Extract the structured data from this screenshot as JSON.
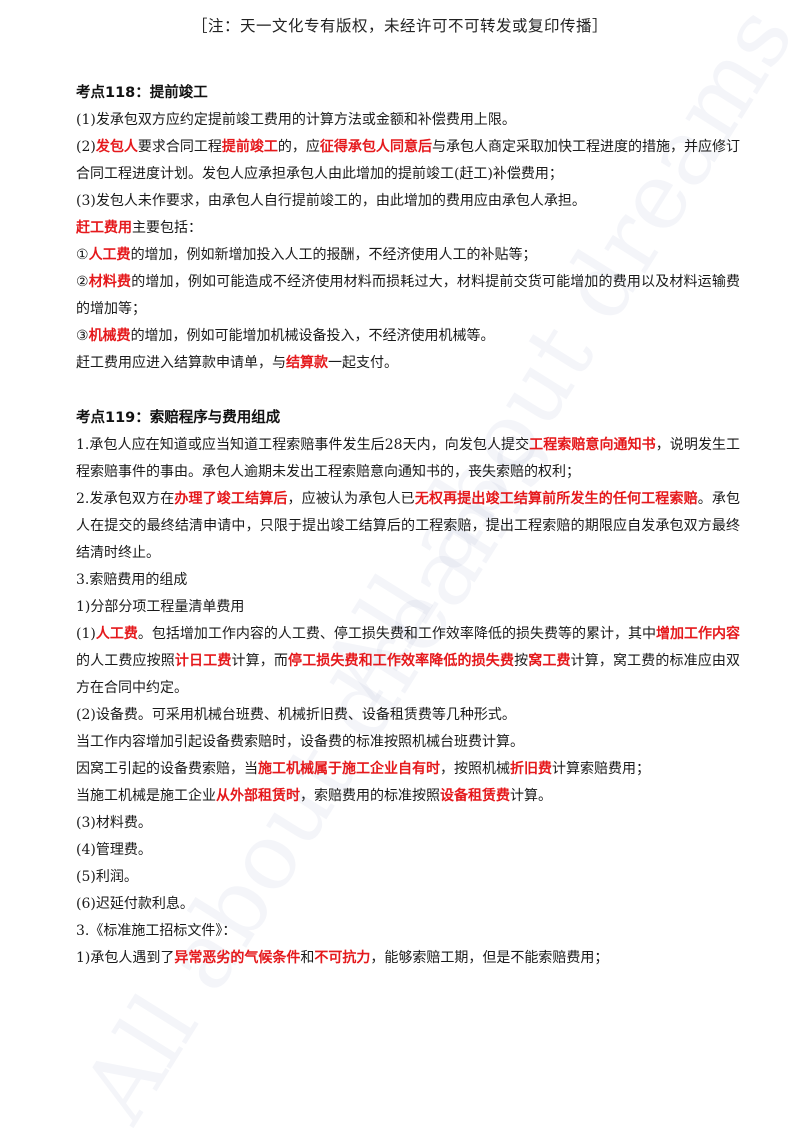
{
  "header": {
    "notice": "［注：天一文化专有版权，未经许可不可转发或复印传播］"
  },
  "watermark": {
    "text": "All about dreams"
  },
  "sections": [
    {
      "title": "考点118：提前竣工",
      "paragraphs": [
        [
          {
            "t": "(1)发承包双方应约定提前竣工费用的计算方法或金额和补偿费用上限。"
          }
        ],
        [
          {
            "t": "(2)"
          },
          {
            "t": "发包人",
            "hl": true
          },
          {
            "t": "要求合同工程"
          },
          {
            "t": "提前竣工",
            "hl": true
          },
          {
            "t": "的，应"
          },
          {
            "t": "征得承包人同意后",
            "hl": true
          },
          {
            "t": "与承包人商定采取加快工程进度的措施，并应修订合同工程进度计划。发包人应承担承包人由此增加的提前竣工(赶工)补偿费用；"
          }
        ],
        [
          {
            "t": "(3)发包人未作要求，由承包人自行提前竣工的，由此增加的费用应由承包人承担。"
          }
        ],
        [
          {
            "t": "赶工费用",
            "hl": true
          },
          {
            "t": "主要包括："
          }
        ],
        [
          {
            "t": "①"
          },
          {
            "t": "人工费",
            "hl": true
          },
          {
            "t": "的增加，例如新增加投入人工的报酬，不经济使用人工的补贴等；"
          }
        ],
        [
          {
            "t": "②"
          },
          {
            "t": "材料费",
            "hl": true
          },
          {
            "t": "的增加，例如可能造成不经济使用材料而损耗过大，材料提前交货可能增加的费用以及材料运输费的增加等；"
          }
        ],
        [
          {
            "t": "③"
          },
          {
            "t": "机械费",
            "hl": true
          },
          {
            "t": "的增加，例如可能增加机械设备投入，不经济使用机械等。"
          }
        ],
        [
          {
            "t": "赶工费用应进入结算款申请单，与"
          },
          {
            "t": "结算款",
            "hl": true
          },
          {
            "t": "一起支付。"
          }
        ]
      ]
    },
    {
      "title": "考点119：索赔程序与费用组成",
      "paragraphs": [
        [
          {
            "t": "1.承包人应在知道或应当知道工程索赔事件发生后28天内，向发包人提交"
          },
          {
            "t": "工程索赔意向通知书",
            "hl": true
          },
          {
            "t": "，说明发生工程索赔事件的事由。承包人逾期未发出工程索赔意向通知书的，丧失索赔的权利；"
          }
        ],
        [
          {
            "t": "2.发承包双方在"
          },
          {
            "t": "办理了竣工结算后",
            "hl": true
          },
          {
            "t": "，应被认为承包人已"
          },
          {
            "t": "无权再提出竣工结算前所发生的任何工程索赔",
            "hl": true
          },
          {
            "t": "。承包人在提交的最终结清申请中，只限于提出竣工结算后的工程索赔，提出工程索赔的期限应自发承包双方最终结清时终止。"
          }
        ],
        [
          {
            "t": "3.索赔费用的组成"
          }
        ],
        [
          {
            "t": "1)分部分项工程量清单费用"
          }
        ],
        [
          {
            "t": "(1)"
          },
          {
            "t": "人工费",
            "hl": true
          },
          {
            "t": "。包括增加工作内容的人工费、停工损失费和工作效率降低的损失费等的累计，其中"
          },
          {
            "t": "增加工作内容",
            "hl": true
          },
          {
            "t": "的人工费应按照"
          },
          {
            "t": "计日工费",
            "hl": true
          },
          {
            "t": "计算，而"
          },
          {
            "t": "停工损失费和工作效率降低的损失费",
            "hl": true
          },
          {
            "t": "按"
          },
          {
            "t": "窝工费",
            "hl": true
          },
          {
            "t": "计算，窝工费的标准应由双方在合同中约定。"
          }
        ],
        [
          {
            "t": "(2)设备费。可采用机械台班费、机械折旧费、设备租赁费等几种形式。"
          }
        ],
        [
          {
            "t": "当工作内容增加引起设备费索赔时，设备费的标准按照机械台班费计算。"
          }
        ],
        [
          {
            "t": "因窝工引起的设备费索赔，当"
          },
          {
            "t": "施工机械属于施工企业自有时",
            "hl": true
          },
          {
            "t": "，按照机械"
          },
          {
            "t": "折旧费",
            "hl": true
          },
          {
            "t": "计算索赔费用；"
          }
        ],
        [
          {
            "t": "当施工机械是施工企业"
          },
          {
            "t": "从外部租赁时",
            "hl": true
          },
          {
            "t": "，索赔费用的标准按照"
          },
          {
            "t": "设备租赁费",
            "hl": true
          },
          {
            "t": "计算。"
          }
        ],
        [
          {
            "t": "(3)材料费。"
          }
        ],
        [
          {
            "t": "(4)管理费。"
          }
        ],
        [
          {
            "t": "(5)利润。"
          }
        ],
        [
          {
            "t": "(6)迟延付款利息。"
          }
        ],
        [
          {
            "t": "3.《标准施工招标文件》："
          }
        ],
        [
          {
            "t": "1)承包人遇到了"
          },
          {
            "t": "异常恶劣的气候条件",
            "hl": true
          },
          {
            "t": "和"
          },
          {
            "t": "不可抗力",
            "hl": true
          },
          {
            "t": "，能够索赔工期，但是不能索赔费用；"
          }
        ]
      ]
    }
  ]
}
